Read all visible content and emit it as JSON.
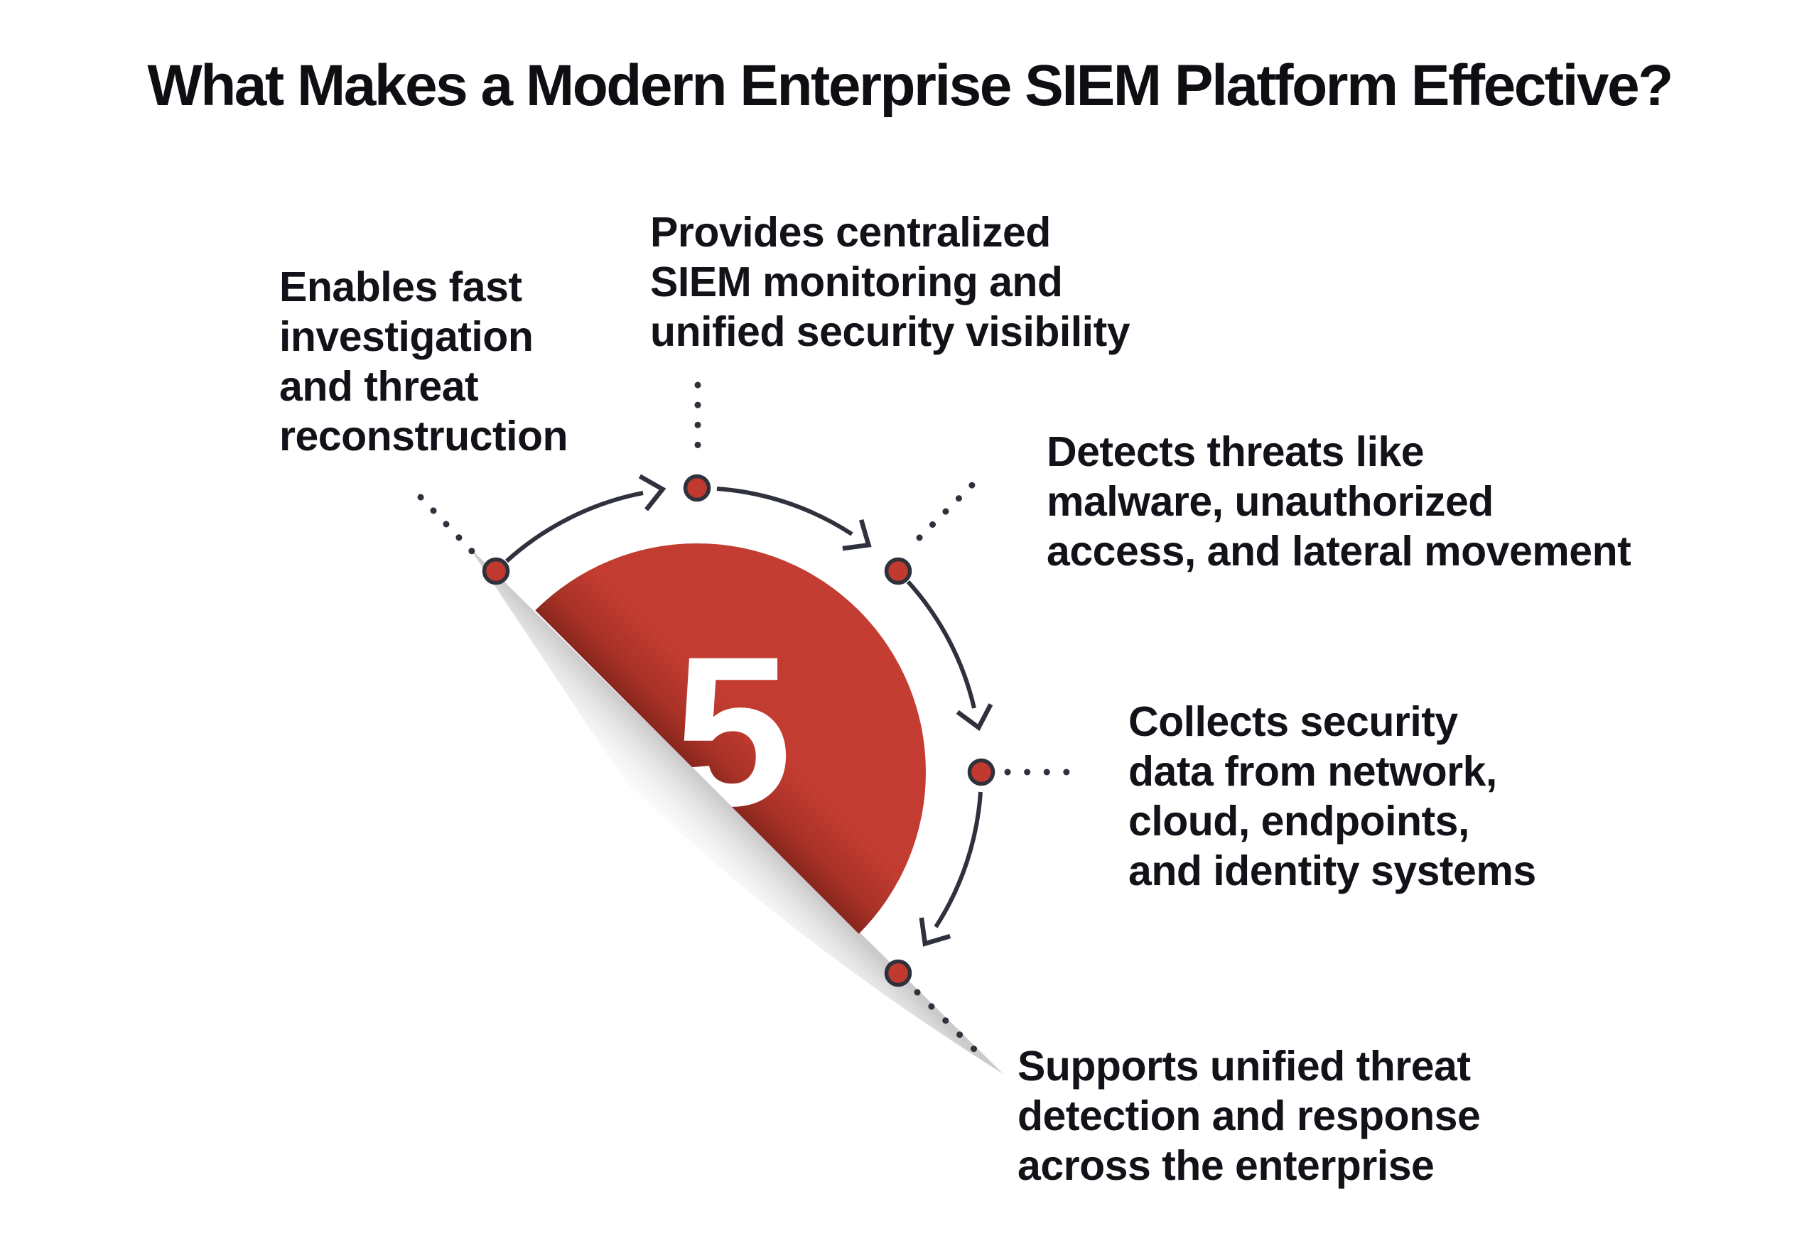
{
  "title": "What Makes a Modern Enterprise SIEM Platform Effective?",
  "center": {
    "number": "5"
  },
  "colors": {
    "accent_red": "#c13a30",
    "accent_red_dark": "#80241b",
    "line_dark": "#2f313c",
    "number_white": "#ffffff",
    "text_black": "#121318"
  },
  "steps": [
    {
      "id": 1,
      "label": "Enables fast\ninvestigation\nand threat\nreconstruction"
    },
    {
      "id": 2,
      "label": "Provides centralized\nSIEM monitoring and\nunified security visibility"
    },
    {
      "id": 3,
      "label": "Detects threats like\nmalware, unauthorized\naccess, and lateral movement"
    },
    {
      "id": 4,
      "label": "Collects security\ndata from network,\ncloud, endpoints,\nand identity systems"
    },
    {
      "id": 5,
      "label": "Supports unified threat\ndetection and response\nacross the enterprise"
    }
  ]
}
